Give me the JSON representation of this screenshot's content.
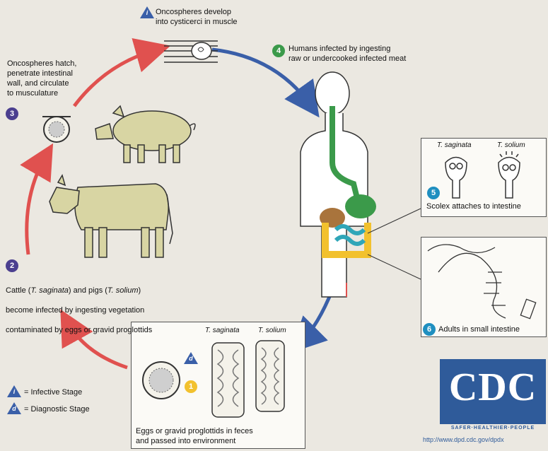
{
  "labels": {
    "step1_text": "Oncospheres develop\ninto cysticerci in muscle",
    "step4_text": "Humans infected by ingesting\nraw or undercooked infected meat",
    "step3_text": "Oncospheres hatch,\npenetrate intestinal\nwall, and circulate\nto musculature",
    "step2_line1_prefix": "Cattle (",
    "step2_line1_sag": "T. saginata",
    "step2_line1_mid": ") and pigs (",
    "step2_line1_sol": "T. solium",
    "step2_line1_suffix": ")",
    "step2_line2": "become infected by ingesting vegetation",
    "step2_line3": "contaminated by eggs or gravid proglottids",
    "step5_text": "Scolex attaches to intestine",
    "step6_text": "Adults in small intestine",
    "eggs_text": "Eggs or gravid proglottids in feces\nand passed into environment"
  },
  "species": {
    "saginata": "T. saginata",
    "solium": "T. solium"
  },
  "badges": {
    "step1": "1",
    "step2": "2",
    "step3": "3",
    "step4": "4",
    "step5": "5",
    "step6": "6",
    "infective": "i",
    "diagnostic": "d"
  },
  "legend": {
    "infective": "= Infective Stage",
    "diagnostic": "= Diagnostic Stage"
  },
  "logo": {
    "letters": "CDC",
    "tagline": "SAFER·HEALTHIER·PEOPLE",
    "url": "http://www.dpd.cdc.gov/dpdx"
  },
  "colors": {
    "arrow_red": "#e0514f",
    "arrow_blue": "#3a5fa8",
    "badge_purple": "#4b3f8f",
    "badge_green": "#3b9a4a",
    "badge_cyan": "#1f8fc0",
    "badge_yellow": "#f2c12e",
    "stage_triangle": "#3a5fa8",
    "animal_fill": "#d8d5a3",
    "cdc_blue": "#2f5b9a"
  }
}
